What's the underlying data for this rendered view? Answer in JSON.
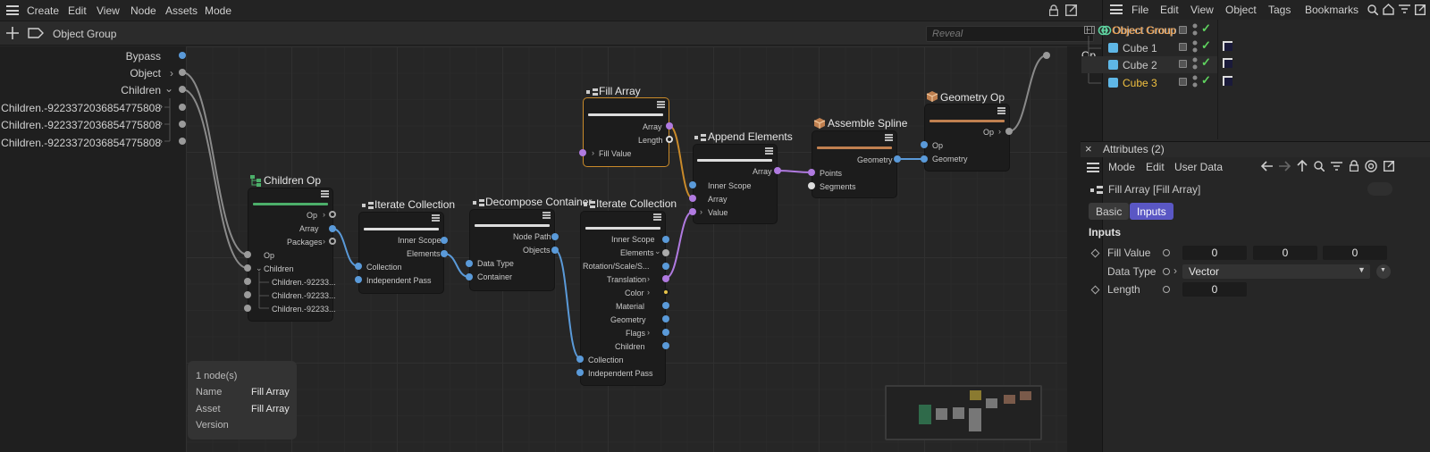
{
  "menubar": {
    "items": [
      "Create",
      "Edit",
      "View",
      "Node",
      "Assets",
      "Mode"
    ]
  },
  "breadcrumb": {
    "label": "Object Group"
  },
  "reveal": {
    "placeholder": "Reveal"
  },
  "input_ports": [
    {
      "label": "Bypass",
      "color": "#5a9ad9"
    },
    {
      "label": "Object",
      "arrow": "›"
    },
    {
      "label": "Children",
      "arrow": "⌄"
    },
    {
      "label": "Children.-9223372036854775808",
      "arrow": "›"
    },
    {
      "label": "Children.-9223372036854775808",
      "arrow": "›"
    },
    {
      "label": "Children.-9223372036854775808",
      "arrow": "›"
    }
  ],
  "output_port": {
    "label": "Op"
  },
  "nodes": {
    "children_op": {
      "title": "Children Op",
      "bar": "#4caf6a",
      "ports": [
        "Op",
        "Array",
        "Packages",
        "Op",
        "Children",
        "Children.-92233...",
        "Children.-92233...",
        "Children.-92233..."
      ]
    },
    "iterate1": {
      "title": "Iterate Collection",
      "ports": [
        "Inner Scope",
        "Elements",
        "Collection",
        "Independent Pass"
      ]
    },
    "decompose": {
      "title": "Decompose Container",
      "ports": [
        "Node Path",
        "Objects",
        "Data Type",
        "Container"
      ]
    },
    "iterate2": {
      "title": "Iterate Collection",
      "ports": [
        "Inner Scope",
        "Elements",
        "Rotation/Scale/S...",
        "Translation",
        "Color",
        "Material",
        "Geometry",
        "Flags",
        "Children",
        "Collection",
        "Independent Pass"
      ]
    },
    "fill_array": {
      "title": "Fill Array",
      "ports": [
        "Array",
        "Length",
        "Fill Value"
      ]
    },
    "append": {
      "title": "Append Elements",
      "ports": [
        "Array",
        "Inner Scope",
        "Array",
        "Value"
      ]
    },
    "assemble": {
      "title": "Assemble Spline",
      "bar": "#c08050",
      "ports": [
        "Geometry",
        "Points",
        "Segments"
      ]
    },
    "geometry_op": {
      "title": "Geometry Op",
      "bar": "#c08050",
      "ports": [
        "Op",
        "Op",
        "Geometry"
      ]
    }
  },
  "info": {
    "count": "1 node(s)",
    "name_label": "Name",
    "name": "Fill Array",
    "asset_label": "Asset",
    "asset": "Fill Array",
    "version_label": "Version"
  },
  "object_manager": {
    "menu": [
      "File",
      "Edit",
      "View",
      "Object",
      "Tags",
      "Bookmarks"
    ],
    "rows": [
      {
        "label": "Object Group",
        "color": "#e8933a"
      },
      {
        "label": "Cube 1",
        "color": "#c8c8c8"
      },
      {
        "label": "Cube 2",
        "color": "#c8c8c8"
      },
      {
        "label": "Cube 3",
        "color": "#f0c040"
      }
    ]
  },
  "attributes": {
    "title": "Attributes (2)",
    "menu": [
      "Mode",
      "Edit",
      "User Data"
    ],
    "object": "Fill Array [Fill Array]",
    "tabs": [
      {
        "label": "Basic",
        "active": false
      },
      {
        "label": "Inputs",
        "active": true
      }
    ],
    "section": "Inputs",
    "fill_value_label": "Fill Value",
    "fill_value": [
      "0",
      "0",
      "0"
    ],
    "data_type_label": "Data Type",
    "data_type": "Vector",
    "length_label": "Length",
    "length": "0"
  }
}
